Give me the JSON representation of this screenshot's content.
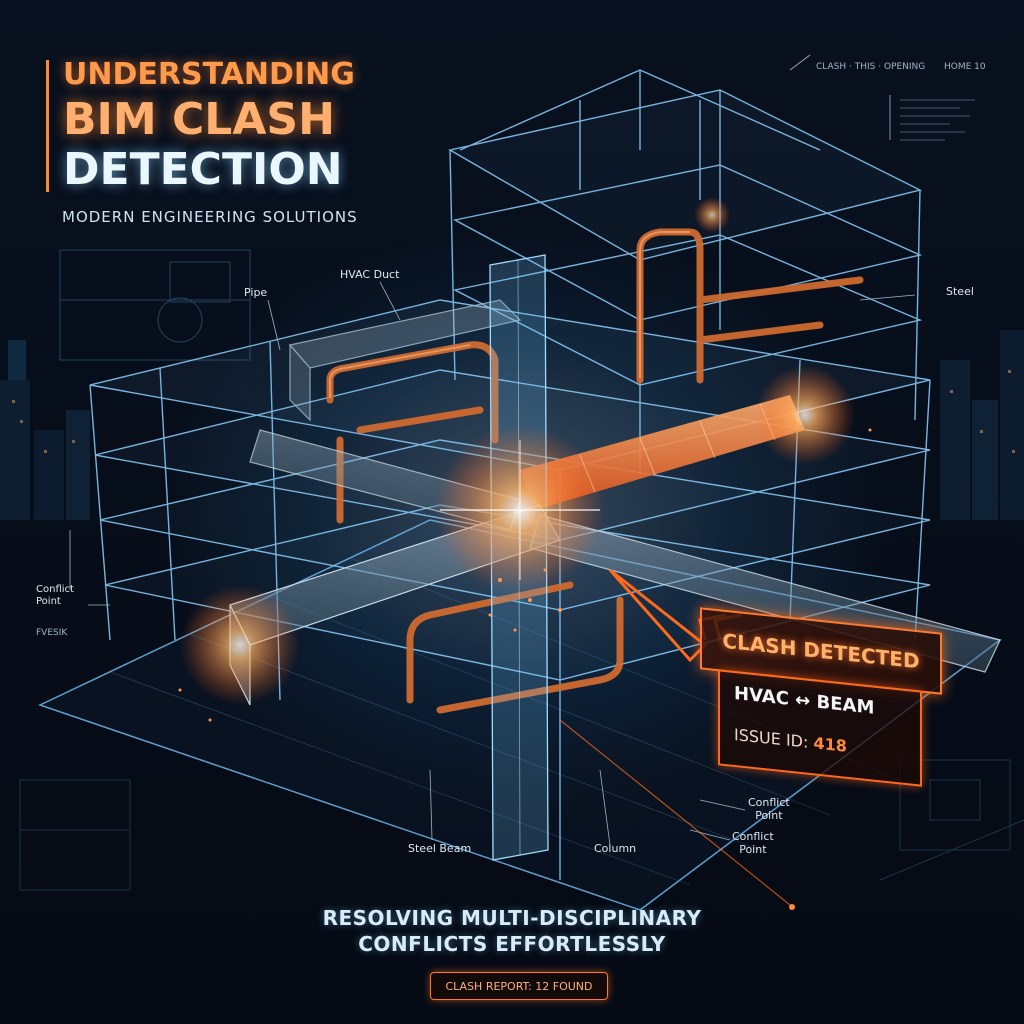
{
  "header": {
    "title_line1": "UNDERSTANDING",
    "title_line2": "BIM CLASH",
    "title_line3": "DETECTION",
    "subtitle": "MODERN ENGINEERING SOLUTIONS"
  },
  "labels": {
    "pipe": "Pipe",
    "hvac_duct": "HVAC Duct",
    "steel": "Steel",
    "conflict_point_left": "Conflict\nPoint",
    "fvesik": "FVESIK",
    "steel_beam": "Steel Beam",
    "column": "Column",
    "conflict_point_1": "Conflict\nPoint",
    "conflict_point_2": "Conflict\nPoint",
    "corner_tag_left": "CLASH · THIS · OPENING",
    "corner_tag_right": "HOME 10"
  },
  "callout": {
    "banner": "CLASH DETECTED",
    "pair": "HVAC ↔ BEAM",
    "issue_label": "ISSUE ID:",
    "issue_id": "418"
  },
  "footer": {
    "tagline_line1": "RESOLVING MULTI-DISCIPLINARY",
    "tagline_line2": "CONFLICTS EFFORTLESSLY",
    "report": "CLASH REPORT: 12 FOUND"
  },
  "colors": {
    "background": "#070d18",
    "accent_orange": "#ff7a2a",
    "wireframe_blue": "#7cc8ff",
    "pipe_copper": "#c8642e"
  }
}
